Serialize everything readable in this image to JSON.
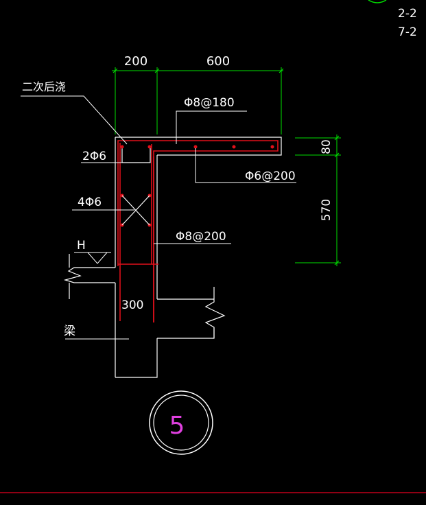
{
  "colors": {
    "background": "#000000",
    "dimension": "#00e000",
    "outline": "#ffffff",
    "rebar": "#e0101a",
    "detail_number": "#e040e0",
    "bottom_border": "#c0001a"
  },
  "section_marks": [
    "2-2",
    "7-2"
  ],
  "dimensions": {
    "top_left": "200",
    "top_right": "600",
    "right_upper": "80",
    "right_lower": "570",
    "beam_width": "300"
  },
  "labels": {
    "post_cast": "二次后浇",
    "top_bar": "Φ8@180",
    "corner_bars": "2Φ6",
    "distribution_bar": "Φ6@200",
    "wall_bars": "4Φ6",
    "wall_stirrup": "Φ8@200",
    "elevation": "H",
    "beam": "梁"
  },
  "detail": {
    "number": "5"
  }
}
